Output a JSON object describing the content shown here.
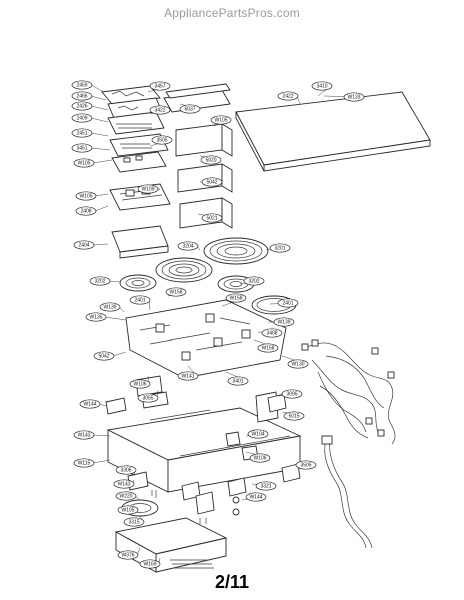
{
  "watermark": "AppliancePartsPros.com",
  "page_number": "2/11",
  "callouts": [
    "2459",
    "2466",
    "3457",
    "2426",
    "3422",
    "6037",
    "3410",
    "W133",
    "2422",
    "W105",
    "2409",
    "2451",
    "3505",
    "3451",
    "5020",
    "W105",
    "W109",
    "W105",
    "5042",
    "2408",
    "5021",
    "2404",
    "3204",
    "3201",
    "3202",
    "3202",
    "W158",
    "2401",
    "2401",
    "W139",
    "W158",
    "W139",
    "W135",
    "3408",
    "5042",
    "W106",
    "W141",
    "W158",
    "3401",
    "W130",
    "3055",
    "3095",
    "W144",
    "5015",
    "W143",
    "W104",
    "W115",
    "3306",
    "W106",
    "3505",
    "W143",
    "W220",
    "W105",
    "3321",
    "3315",
    "W144",
    "W376",
    "W169"
  ]
}
